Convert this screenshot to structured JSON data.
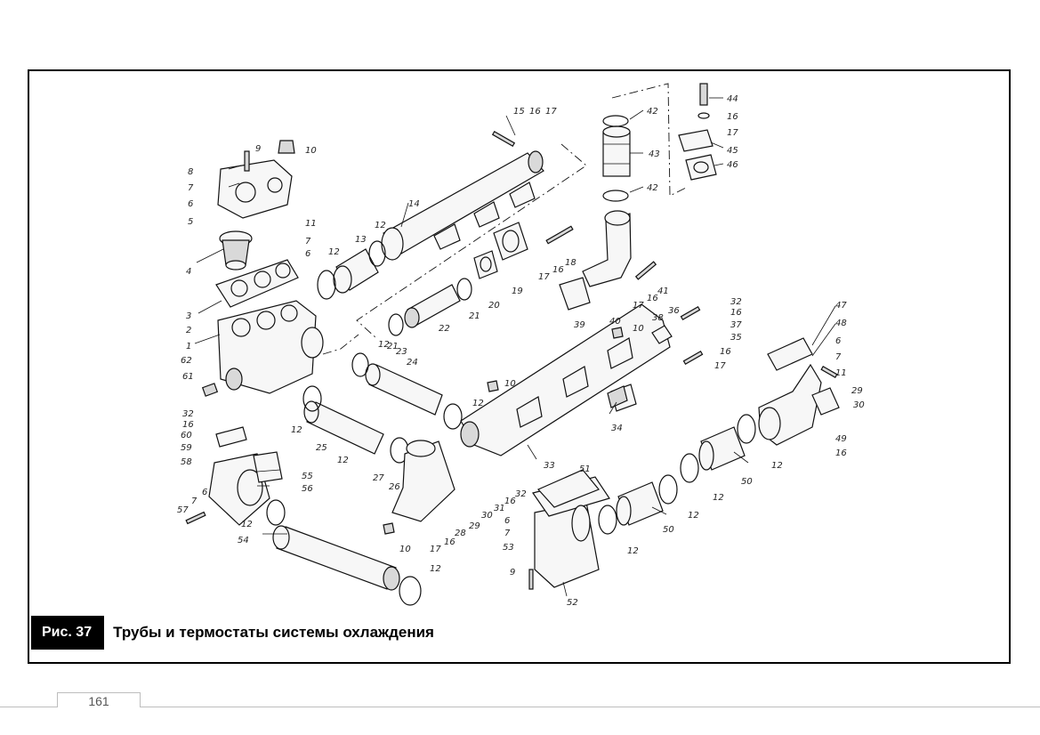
{
  "figure": {
    "label": "Рис. 37",
    "title": "Трубы и термостаты системы охлаждения"
  },
  "page_number": "161",
  "callouts": [
    "1",
    "2",
    "3",
    "4",
    "5",
    "6",
    "7",
    "8",
    "9",
    "10",
    "11",
    "12",
    "13",
    "14",
    "15",
    "16",
    "17",
    "18",
    "19",
    "20",
    "21",
    "22",
    "23",
    "24",
    "25",
    "26",
    "27",
    "28",
    "29",
    "30",
    "31",
    "32",
    "33",
    "34",
    "35",
    "36",
    "37",
    "38",
    "39",
    "40",
    "41",
    "42",
    "43",
    "44",
    "45",
    "46",
    "47",
    "48",
    "49",
    "50",
    "51",
    "52",
    "53",
    "54",
    "55",
    "56",
    "57",
    "58",
    "59",
    "60",
    "61",
    "62"
  ]
}
